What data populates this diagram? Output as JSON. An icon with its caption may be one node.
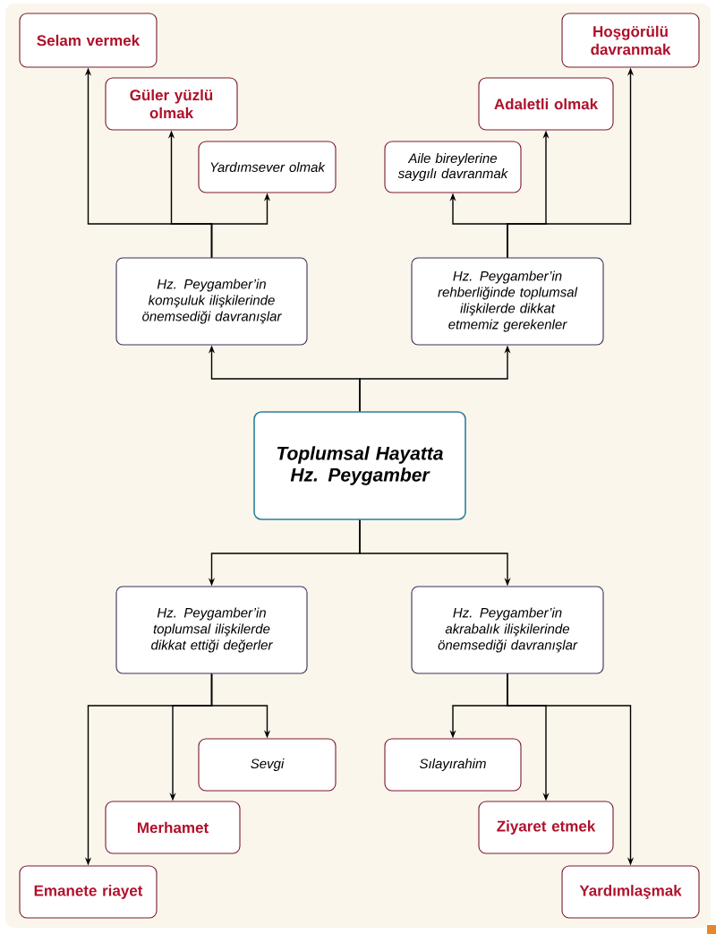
{
  "diagram": {
    "nodes": [
      {
        "text": [
          "Toplumsal Hayatta Hz. Peygamber"
        ]
      },
      {
        "text": [
          "Hz. Peygamber’in komşuluk ilişkilerinde önemsediği davranışlar"
        ]
      },
      {
        "text": [
          "Hz. Peygamber’in rehberliğinde toplumsal ilişkilerde dikkat etmemiz gerekenler"
        ]
      },
      {
        "text": [
          "Hz. Peygamber’in toplumsal ilişkilerde dikkat ettiği değerler"
        ]
      },
      {
        "text": [
          "Hz. Peygamber’in akrabalık ilişkilerinde önemsediği davranışlar"
        ]
      },
      {
        "text": [
          "Selam vermek"
        ]
      },
      {
        "text": [
          "Güler yüzlü olmak"
        ]
      },
      {
        "text": [
          "Yardımsever olmak"
        ]
      },
      {
        "text": [
          "Hoşgörülü davranmak"
        ]
      },
      {
        "text": [
          "Adaletli olmak"
        ]
      },
      {
        "text": [
          "Aile bireylerine saygılı davranmak"
        ]
      },
      {
        "text": [
          "Sevgi"
        ]
      },
      {
        "text": [
          "Merhamet"
        ]
      },
      {
        "text": [
          "Emanete riayet"
        ]
      },
      {
        "text": [
          "Sılayırahim"
        ]
      },
      {
        "text": [
          "Ziyaret etmek"
        ]
      },
      {
        "text": [
          "Yardımlaşmak"
        ]
      }
    ],
    "edges": [
      {
        "from": 0,
        "to": 1,
        "arrow": "to"
      },
      {
        "from": 0,
        "to": 2,
        "arrow": "to"
      },
      {
        "from": 0,
        "to": 3,
        "arrow": "to"
      },
      {
        "from": 0,
        "to": 4,
        "arrow": "to"
      },
      {
        "from": 1,
        "to": 5,
        "arrow": "to"
      },
      {
        "from": 1,
        "to": 6,
        "arrow": "to"
      },
      {
        "from": 1,
        "to": 7,
        "arrow": "to"
      },
      {
        "from": 2,
        "to": 8,
        "arrow": "to"
      },
      {
        "from": 2,
        "to": 9,
        "arrow": "to"
      },
      {
        "from": 2,
        "to": 10,
        "arrow": "to"
      },
      {
        "from": 3,
        "to": 11,
        "arrow": "to"
      },
      {
        "from": 3,
        "to": 12,
        "arrow": "to"
      },
      {
        "from": 3,
        "to": 13,
        "arrow": "to"
      },
      {
        "from": 4,
        "to": 14,
        "arrow": "to"
      },
      {
        "from": 4,
        "to": 15,
        "arrow": "to"
      },
      {
        "from": 4,
        "to": 16,
        "arrow": "to"
      }
    ]
  }
}
